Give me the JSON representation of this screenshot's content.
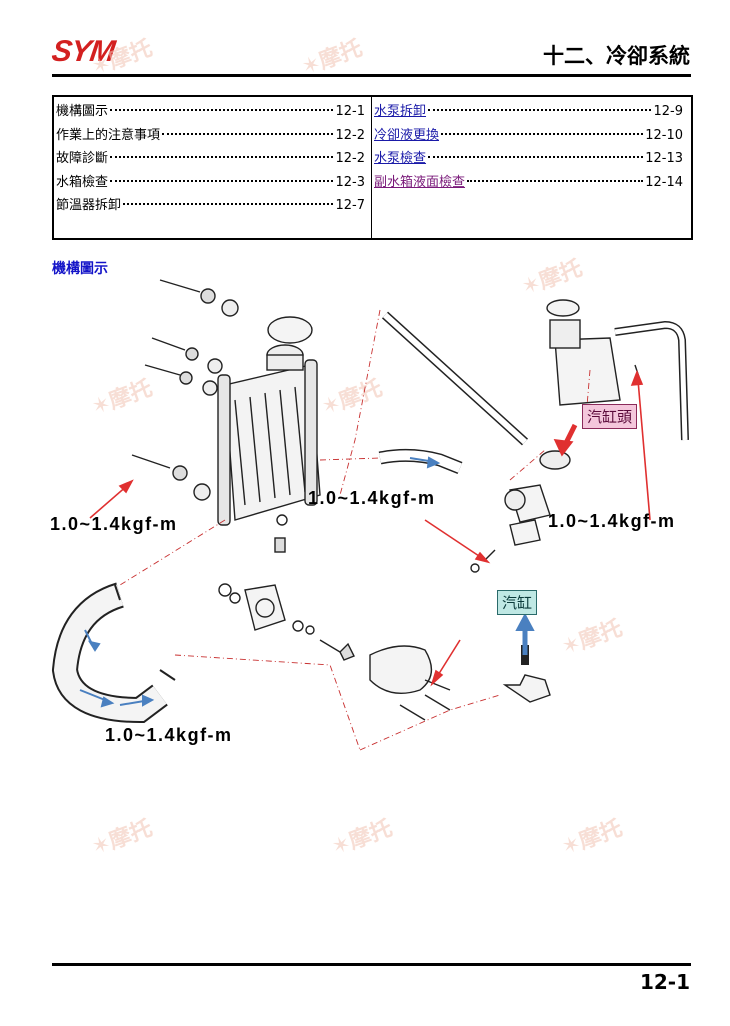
{
  "header": {
    "logo_text": "SYM",
    "chapter_title": "十二、冷卻系統"
  },
  "toc": {
    "left": [
      {
        "title": "機構圖示",
        "page": "12-1"
      },
      {
        "title": "作業上的注意事項",
        "page": "12-2"
      },
      {
        "title": "故障診斷",
        "page": "12-2"
      },
      {
        "title": "水箱檢查",
        "page": "12-3"
      },
      {
        "title": "節溫器拆卸",
        "page": "12-7"
      }
    ],
    "right": [
      {
        "title": "水泵拆卸",
        "page": "12-9"
      },
      {
        "title": "冷卻液更換",
        "page": "12-10"
      },
      {
        "title": "水泵檢查",
        "page": "12-13"
      },
      {
        "title": "副水箱液面檢查",
        "page": "12-14"
      }
    ]
  },
  "section": {
    "heading": "機構圖示"
  },
  "diagram": {
    "torque_labels": [
      "1.0~1.4kgf-m",
      "1.0~1.4kgf-m",
      "1.0~1.4kgf-m",
      "1.0~1.4kgf-m"
    ],
    "callouts": {
      "cylinder_head": "汽缸頭",
      "cylinder": "汽缸"
    }
  },
  "footer": {
    "page_number": "12-1"
  },
  "colors": {
    "brand_red": "#d32020",
    "link_blue": "#1a1aa8",
    "link_purple": "#7a1a7a",
    "heading_blue": "#1414c8",
    "arrow_red": "#e03030",
    "flow_blue": "#4a80c0"
  }
}
